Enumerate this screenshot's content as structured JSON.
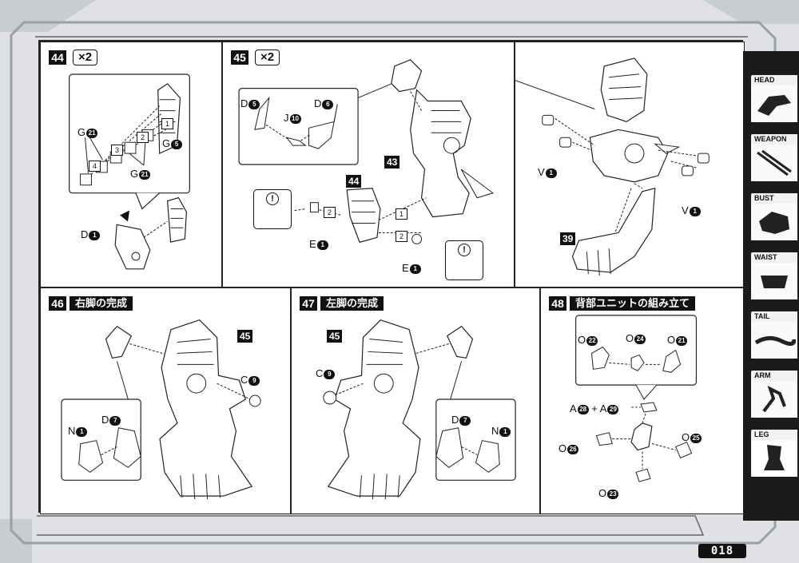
{
  "page_number": "018",
  "sidebar": {
    "items": [
      {
        "label": "HEAD",
        "icon": "head-part-icon"
      },
      {
        "label": "WEAPON",
        "icon": "weapon-part-icon"
      },
      {
        "label": "BUST",
        "icon": "bust-part-icon"
      },
      {
        "label": "WAIST",
        "icon": "waist-part-icon"
      },
      {
        "label": "TAIL",
        "icon": "tail-part-icon"
      },
      {
        "label": "ARM",
        "icon": "arm-part-icon"
      },
      {
        "label": "LEG",
        "icon": "leg-part-icon",
        "active": true
      }
    ]
  },
  "steps": {
    "s44": {
      "number": "44",
      "multiplier": "×2",
      "labels": {
        "g21a": "G",
        "g21a_n": "21",
        "g5": "G",
        "g5_n": "5",
        "g21b": "G",
        "g21b_n": "21",
        "d1": "D",
        "d1_n": "1"
      },
      "seq": [
        "1",
        "2",
        "3",
        "4"
      ]
    },
    "s45": {
      "number": "45",
      "multiplier": "×2",
      "labels": {
        "d5": "D",
        "d5_n": "5",
        "j10": "J",
        "j10_n": "10",
        "d6": "D",
        "d6_n": "6",
        "e1a": "E",
        "e1a_n": "1",
        "e1b": "E",
        "e1b_n": "1"
      },
      "ref43": "43",
      "ref44": "44",
      "seq": [
        "1",
        "2",
        "1",
        "2"
      ]
    },
    "s45b": {
      "labels": {
        "v1a": "V",
        "v1a_n": "1",
        "v1b": "V",
        "v1b_n": "1"
      },
      "ref39": "39"
    },
    "s46": {
      "number": "46",
      "title": "右脚の完成",
      "labels": {
        "c9": "C",
        "c9_n": "9",
        "n1": "N",
        "n1_n": "1",
        "d7": "D",
        "d7_n": "7"
      },
      "ref45": "45"
    },
    "s47": {
      "number": "47",
      "title": "左脚の完成",
      "labels": {
        "c9": "C",
        "c9_n": "9",
        "d7": "D",
        "d7_n": "7",
        "n1": "N",
        "n1_n": "1"
      },
      "ref45": "45"
    },
    "s48": {
      "number": "48",
      "title": "背部ユニットの組み立て",
      "labels": {
        "o22": "O",
        "o22_n": "22",
        "o24": "O",
        "o24_n": "24",
        "o21": "O",
        "o21_n": "21",
        "a28": "A",
        "a28_n": "28",
        "plus": "+",
        "a29": "A",
        "a29_n": "29",
        "o26": "O",
        "o26_n": "26",
        "o25": "O",
        "o25_n": "25",
        "o23": "O",
        "o23_n": "23"
      }
    }
  }
}
